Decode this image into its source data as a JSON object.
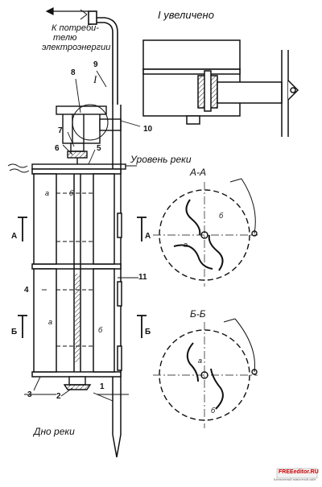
{
  "texts": {
    "consumer_line1": "К потреби-",
    "consumer_line2": "телю",
    "consumer_line3": "электроэнергии",
    "enlarged_title": "I  увеличено",
    "river_level": "Уровень реки",
    "river_bottom": "Дно реки",
    "section_aa": "А-А",
    "section_bb": "Б-Б",
    "detail_I": "I",
    "cut_a": "А",
    "cut_b": "Б",
    "blade_a": "а",
    "blade_b": "б",
    "watermark": "FREEeditor.RU",
    "watermark_small": "Бесплатный новостной сайт"
  },
  "parts": [
    "1",
    "2",
    "3",
    "4",
    "5",
    "6",
    "7",
    "8",
    "9",
    "10",
    "11"
  ]
}
